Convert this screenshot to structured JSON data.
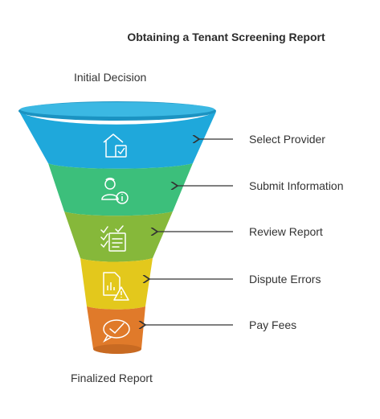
{
  "title": "Obtaining a Tenant Screening Report",
  "top_label": "Initial Decision",
  "bottom_label": "Finalized Report",
  "stages": [
    {
      "label": "Select Provider",
      "color": "#1fa8db",
      "icon": "house-check-icon"
    },
    {
      "label": "Submit Information",
      "color": "#3cbf7b",
      "icon": "person-info-icon"
    },
    {
      "label": "Review Report",
      "color": "#86b83a",
      "icon": "checklist-icon"
    },
    {
      "label": "Dispute Errors",
      "color": "#e3c81c",
      "icon": "document-warning-icon"
    },
    {
      "label": "Pay Fees",
      "color": "#e07a2a",
      "icon": "payment-check-icon"
    }
  ]
}
